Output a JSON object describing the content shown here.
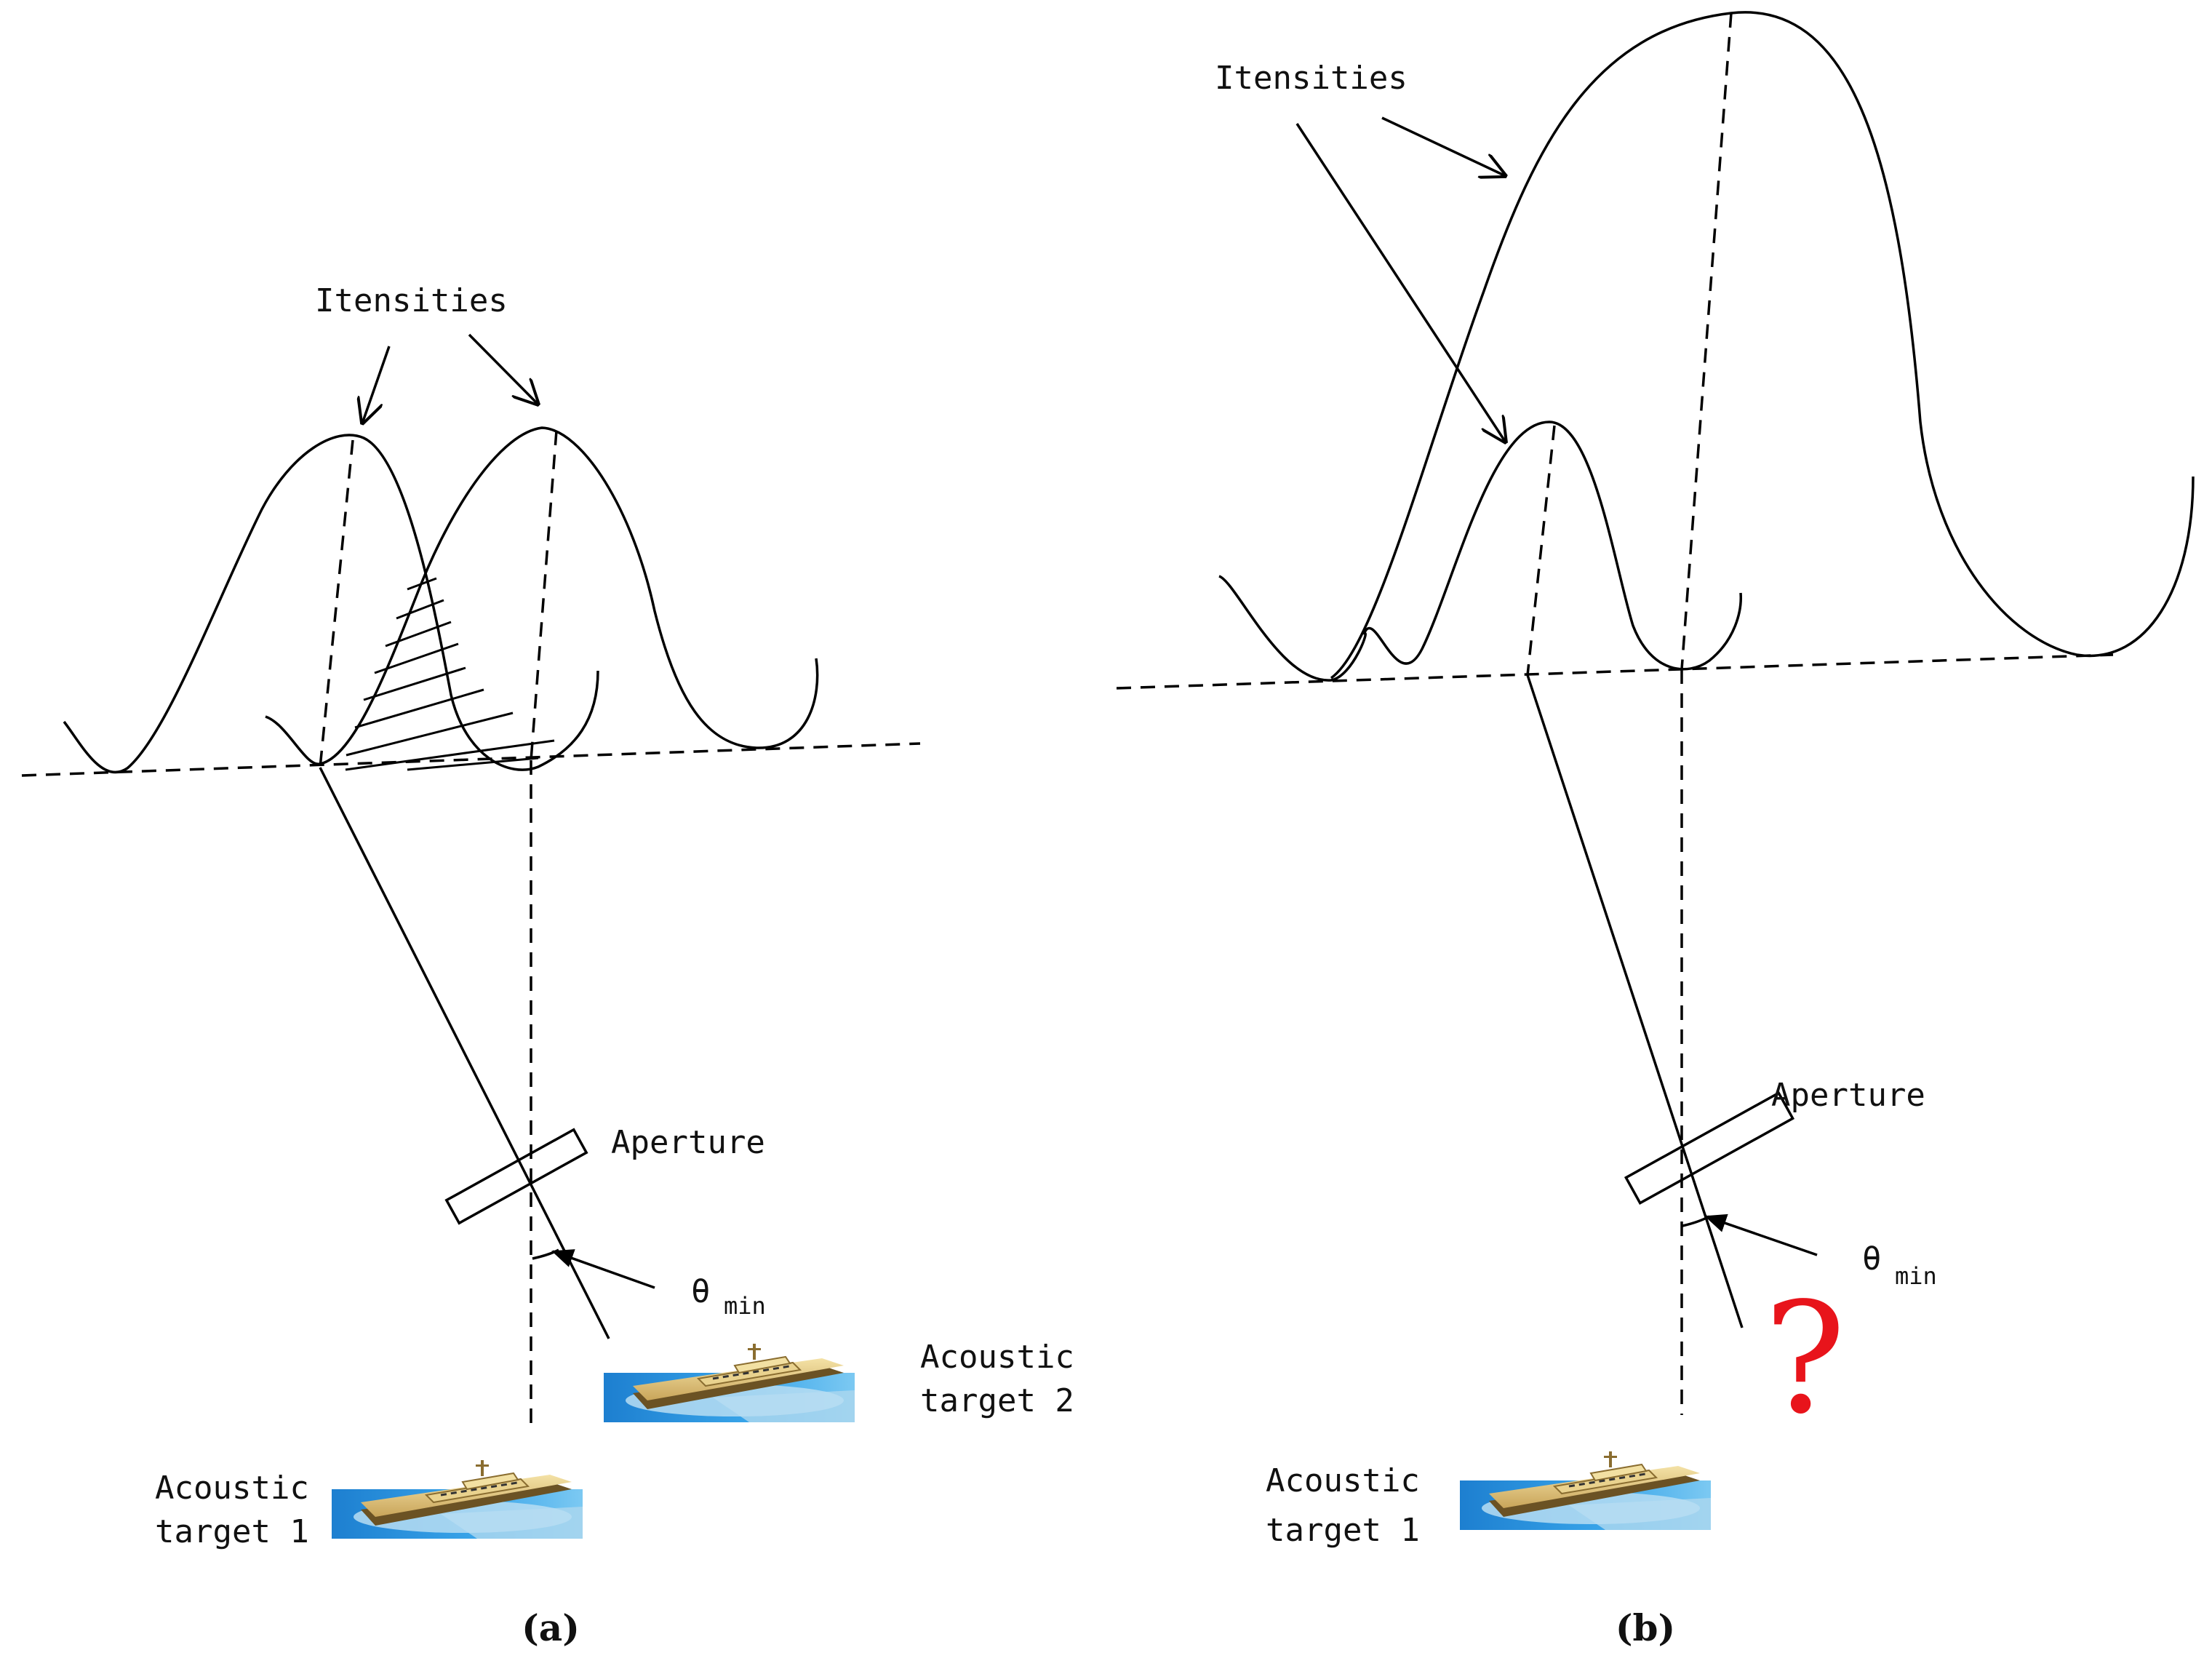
{
  "panel_a": {
    "intensities_label": "Itensities",
    "aperture_label": "Aperture",
    "theta_symbol": "θ",
    "theta_subscript": "min",
    "target1_line1": "Acoustic",
    "target1_line2": "target 1",
    "target2_line1": "Acoustic",
    "target2_line2": "target 2",
    "caption": "(a)"
  },
  "panel_b": {
    "intensities_label": "Itensities",
    "aperture_label": "Aperture",
    "theta_symbol": "θ",
    "theta_subscript": "min",
    "target1_line1": "Acoustic",
    "target1_line2": "target 1",
    "unknown_mark": "?",
    "caption": "(b)"
  },
  "colors": {
    "line": "#000000",
    "question_mark": "#e8141b",
    "water": "#2a8fd8",
    "hull": "#e6c97a"
  },
  "icons": [
    "ship-icon"
  ]
}
